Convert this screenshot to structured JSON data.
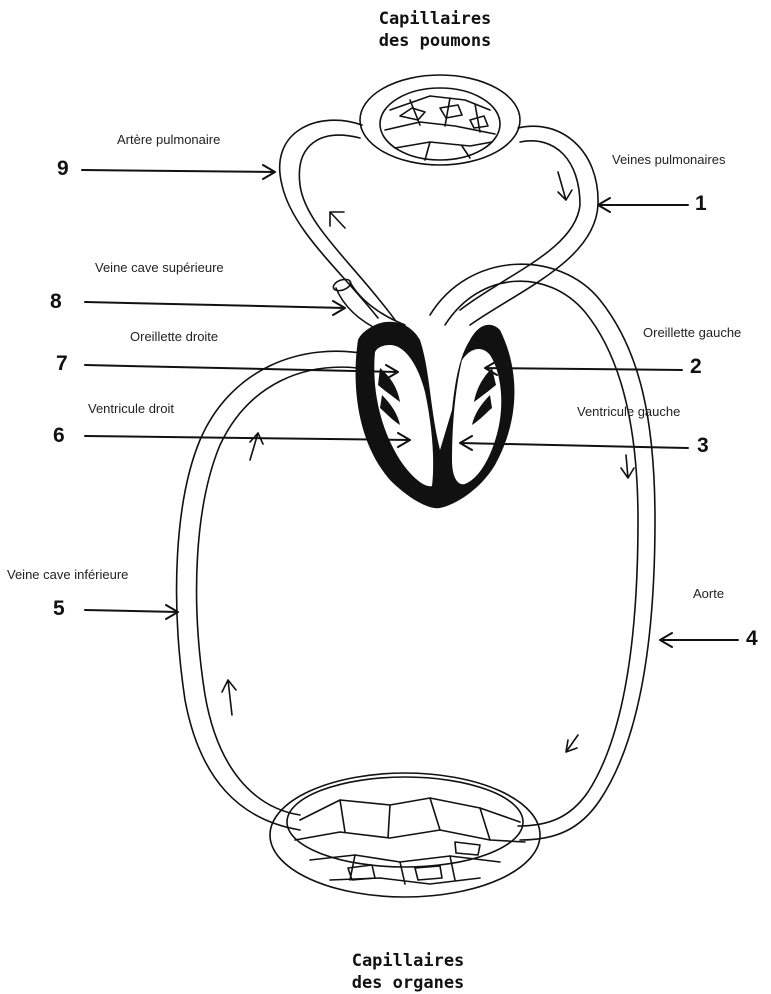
{
  "titles": {
    "lung_capillaries": {
      "line1": "Capillaires",
      "line2": "des poumons"
    },
    "organ_capillaries": {
      "line1": "Capillaires",
      "line2": "des organes"
    }
  },
  "labels": [
    {
      "number": "1",
      "text": "Veines pulmonaires"
    },
    {
      "number": "2",
      "text": "Oreillette gauche"
    },
    {
      "number": "3",
      "text": "Ventricule gauche"
    },
    {
      "number": "4",
      "text": "Aorte"
    },
    {
      "number": "5",
      "text": "Veine cave inférieure"
    },
    {
      "number": "6",
      "text": "Ventricule droit"
    },
    {
      "number": "7",
      "text": "Oreillette droite"
    },
    {
      "number": "8",
      "text": "Veine cave supérieure"
    },
    {
      "number": "9",
      "text": "Artère pulmonaire"
    }
  ]
}
